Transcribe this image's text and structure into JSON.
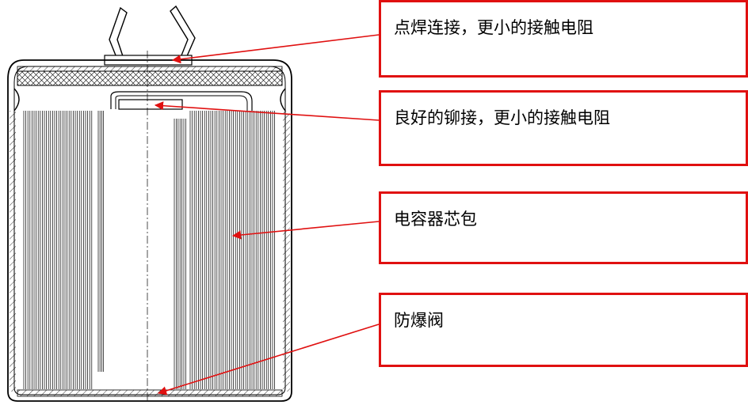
{
  "callouts": [
    {
      "id": "spot-weld",
      "text": "点焊连接，更小的接触电阻"
    },
    {
      "id": "riveting",
      "text": "良好的铆接，更小的接触电阻"
    },
    {
      "id": "core-pack",
      "text": "电容器芯包"
    },
    {
      "id": "relief-valve",
      "text": "防爆阀"
    }
  ],
  "colors": {
    "leader": "#e01010",
    "line": "#000000"
  }
}
